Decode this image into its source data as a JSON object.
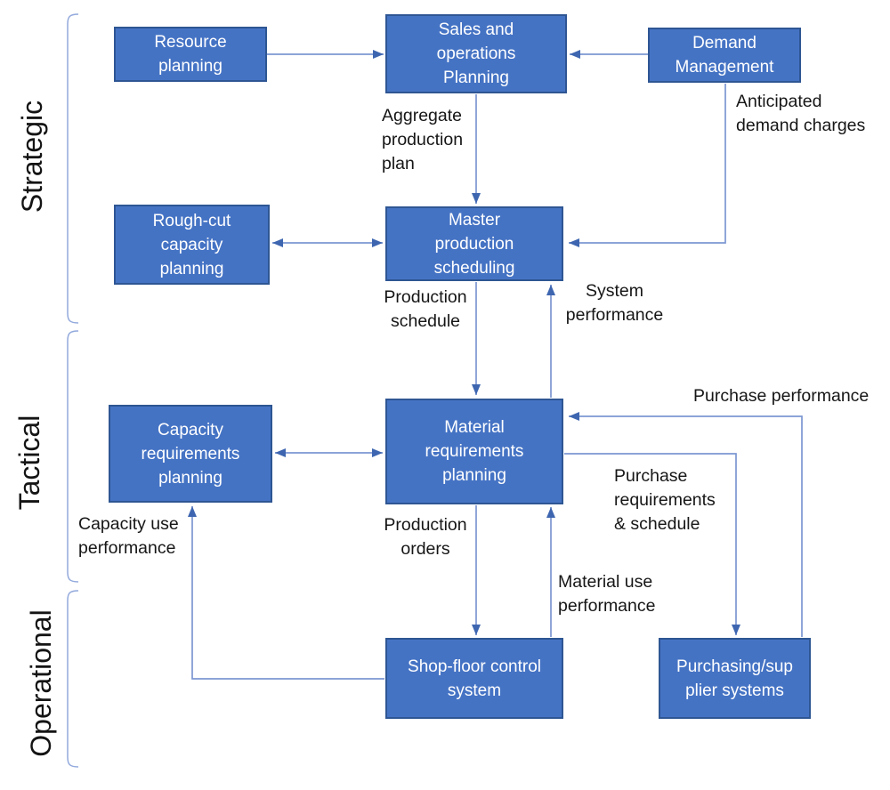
{
  "colors": {
    "box_fill": "#4573C4",
    "box_border": "#2E5693",
    "connector": "#7C97D2",
    "arrowhead": "#3E66B0",
    "bracket": "#92A9DC",
    "label_text": "#161616",
    "box_text": "#FFFFFF",
    "background": "#FFFFFF"
  },
  "levels": {
    "strategic": "Strategic",
    "tactical": "Tactical",
    "operational": "Operational"
  },
  "nodes": {
    "resource_planning": "Resource\nplanning",
    "sales_operations_planning": "Sales and\noperations\nPlanning",
    "demand_management": "Demand\nManagement",
    "rough_cut_capacity_planning": "Rough-cut\ncapacity\nplanning",
    "master_production_scheduling": "Master\nproduction\nscheduling",
    "capacity_requirements_planning": "Capacity\nrequirements\nplanning",
    "material_requirements_planning": "Material\nrequirements\nplanning",
    "shop_floor_control_system": "Shop-floor control\nsystem",
    "purchasing_supplier_systems": "Purchasing/sup\nplier systems"
  },
  "edge_labels": {
    "aggregate_production_plan": "Aggregate\nproduction\nplan",
    "anticipated_demand_charges": "Anticipated\ndemand charges",
    "production_schedule": "Production\nschedule",
    "system_performance": "System\nperformance",
    "purchase_performance": "Purchase performance",
    "purchase_requirements_schedule": "Purchase\nrequirements\n& schedule",
    "production_orders": "Production\norders",
    "material_use_performance": "Material use\nperformance",
    "capacity_use_performance": "Capacity use\nperformance"
  }
}
